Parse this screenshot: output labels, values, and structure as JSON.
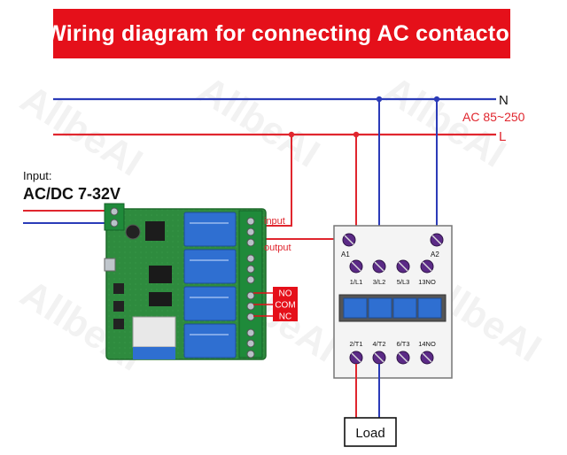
{
  "title": "Wiring diagram for connecting AC contactor",
  "watermark": "AllbeAI",
  "power": {
    "neutral_label": "N",
    "live_label": "L",
    "voltage_label": "AC 85~250"
  },
  "input": {
    "label": "Input:",
    "voltage": "AC/DC 7-32V"
  },
  "relay_board": {
    "input_tag": "input",
    "output_tag": "output",
    "no_tag": "NO",
    "com_tag": "COM",
    "nc_tag": "NC"
  },
  "contactor": {
    "coil_labels": [
      "A1",
      "A2"
    ],
    "top_terminals": [
      "1/L1",
      "3/L2",
      "5/L3",
      "13NO"
    ],
    "bottom_terminals": [
      "2/T1",
      "4/T2",
      "6/T3",
      "14NO"
    ]
  },
  "load_label": "Load",
  "colors": {
    "banner": "#e5101a",
    "live_wire": "#e0262e",
    "neutral_wire": "#2b3bb8",
    "pcb": "#2e8b3e",
    "relay": "#2f6fd1",
    "terminal": "#5b2a86",
    "tag": "#e5101a"
  }
}
